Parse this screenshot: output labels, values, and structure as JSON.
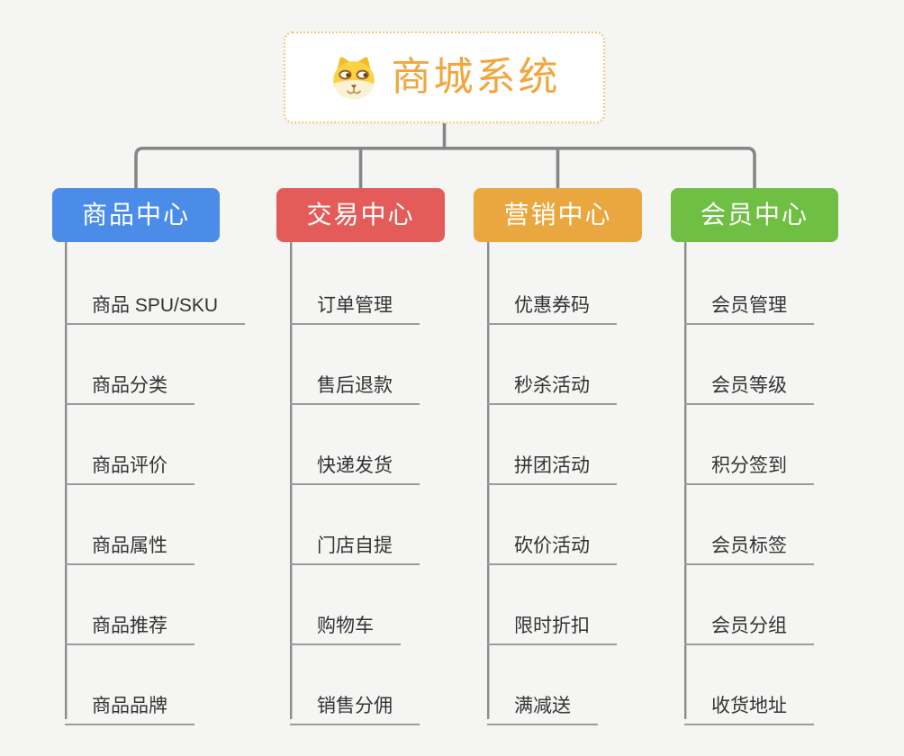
{
  "page": {
    "background_color": "#f5f5f4",
    "connector_color": "#868686",
    "underline_color": "#9b9b9b",
    "item_text_color": "#333333"
  },
  "root": {
    "title": "商城系统",
    "title_color": "#f2a53c",
    "border_color": "#f4c77e",
    "icon": "dog-face-icon"
  },
  "branches": [
    {
      "label": "商品中心",
      "color": "#4a8ce8",
      "items": [
        "商品 SPU/SKU",
        "商品分类",
        "商品评价",
        "商品属性",
        "商品推荐",
        "商品品牌"
      ]
    },
    {
      "label": "交易中心",
      "color": "#e45c59",
      "items": [
        "订单管理",
        "售后退款",
        "快递发货",
        "门店自提",
        "购物车",
        "销售分佣"
      ]
    },
    {
      "label": "营销中心",
      "color": "#eaa73f",
      "items": [
        "优惠券码",
        "秒杀活动",
        "拼团活动",
        "砍价活动",
        "限时折扣",
        "满减送"
      ]
    },
    {
      "label": "会员中心",
      "color": "#6fbf44",
      "items": [
        "会员管理",
        "会员等级",
        "积分签到",
        "会员标签",
        "会员分组",
        "收货地址"
      ]
    }
  ]
}
